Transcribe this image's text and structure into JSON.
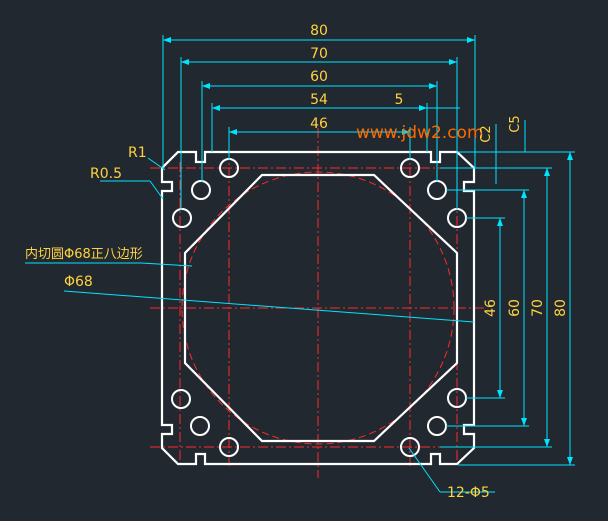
{
  "colors": {
    "background": "#212830",
    "outline": "#ffffff",
    "centerline": "#ff2a2a",
    "dimension": "#00e5ff",
    "text": "#ffd23f",
    "watermark": "#ff6a00"
  },
  "watermark": "www.jdw2.com",
  "dimensions": {
    "horizontal": [
      "80",
      "70",
      "60",
      "54",
      "5",
      "46"
    ],
    "vertical": [
      "46",
      "60",
      "70",
      "80"
    ],
    "chamfer_c2": "C2",
    "chamfer_c5": "C5"
  },
  "callouts": {
    "r1": "R1",
    "r05": "R0.5",
    "octagon": "内切圆Φ68正八边形",
    "phi68": "Φ68",
    "holes": "12-Φ5"
  }
}
